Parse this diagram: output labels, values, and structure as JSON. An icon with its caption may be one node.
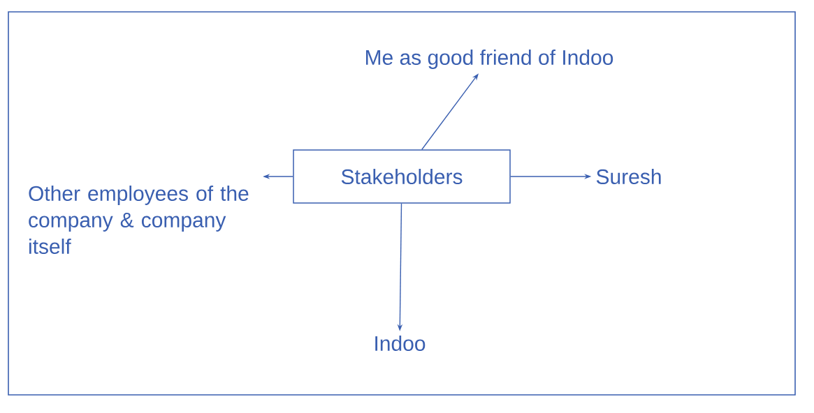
{
  "diagram": {
    "nodes": [
      {
        "text": [
          "Stakeholders"
        ]
      },
      {
        "text": [
          "Me as good friend of Indoo"
        ]
      },
      {
        "text": [
          "Suresh"
        ]
      },
      {
        "text": [
          "Indoo"
        ]
      },
      {
        "text": [
          "Other employees of the company & company itself"
        ]
      }
    ],
    "edges": [
      {
        "from": 0,
        "to": 1,
        "arrow": "to"
      },
      {
        "from": 0,
        "to": 2,
        "arrow": "to"
      },
      {
        "from": 0,
        "to": 3,
        "arrow": "to"
      },
      {
        "from": 0,
        "to": 4,
        "arrow": "to"
      }
    ]
  }
}
